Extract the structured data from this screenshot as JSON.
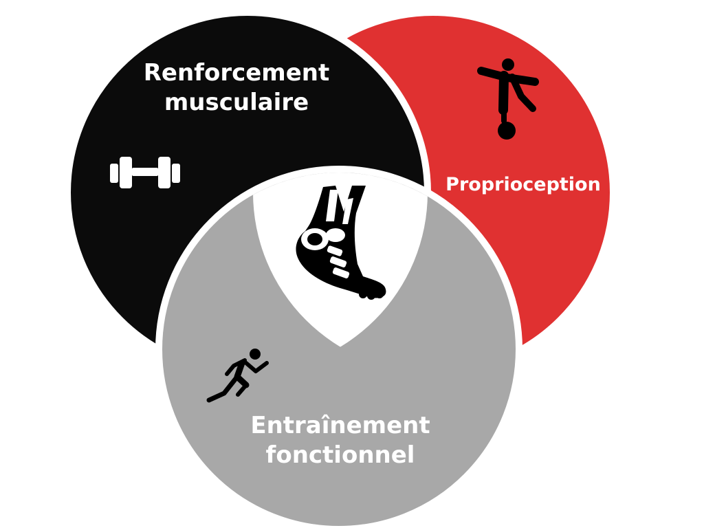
{
  "colors": {
    "strength": "#0b0b0b",
    "proprioception": "#e03131",
    "functional": "#a8a8a8",
    "center": "#ffffff",
    "outline": "#ffffff",
    "label": "#ffffff"
  },
  "circles": {
    "strength": {
      "label_line1": "Renforcement",
      "label_line2": "musculaire",
      "icon": "dumbbell-icon"
    },
    "proprioception": {
      "label": "Proprioception",
      "icon": "balance-figure-icon"
    },
    "functional": {
      "label_line1": "Entraînement",
      "label_line2": "fonctionnel",
      "icon": "runner-icon"
    }
  },
  "center": {
    "icon": "foot-bones-icon"
  }
}
